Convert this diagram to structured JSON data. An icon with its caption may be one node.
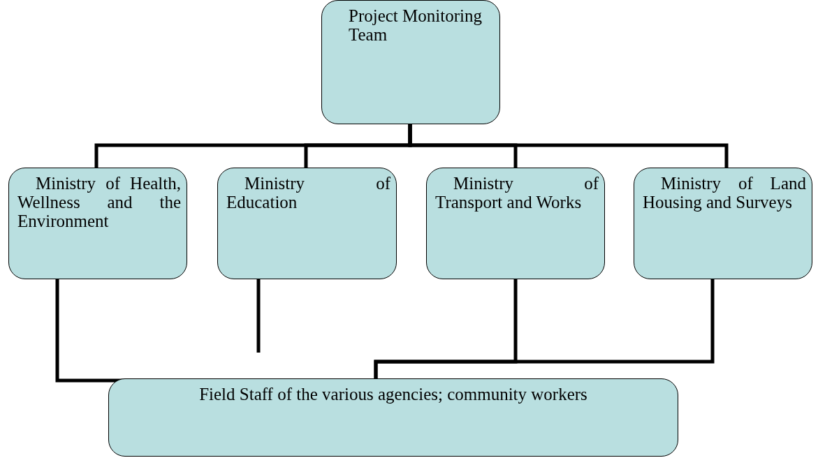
{
  "diagram": {
    "nodes": [
      {
        "text": [
          "Project Monitoring Team"
        ]
      },
      {
        "text": [
          "Ministry of Health, Wellness and the Environment"
        ]
      },
      {
        "text": [
          "Ministry of Education"
        ]
      },
      {
        "text": [
          "Ministry of Transport and Works"
        ]
      },
      {
        "text": [
          "Ministry of Land Housing and Surveys"
        ]
      },
      {
        "text": [
          "Field Staff of the various agencies; community workers"
        ]
      }
    ],
    "edges": [
      {
        "from": 0,
        "to": 1,
        "arrow": "none"
      },
      {
        "from": 0,
        "to": 2,
        "arrow": "none"
      },
      {
        "from": 0,
        "to": 3,
        "arrow": "none"
      },
      {
        "from": 0,
        "to": 4,
        "arrow": "none"
      },
      {
        "from": 1,
        "to": 5,
        "arrow": "none"
      },
      {
        "from": 2,
        "to": 5,
        "arrow": "none"
      },
      {
        "from": 3,
        "to": 5,
        "arrow": "none"
      },
      {
        "from": 4,
        "to": 5,
        "arrow": "none"
      }
    ]
  }
}
